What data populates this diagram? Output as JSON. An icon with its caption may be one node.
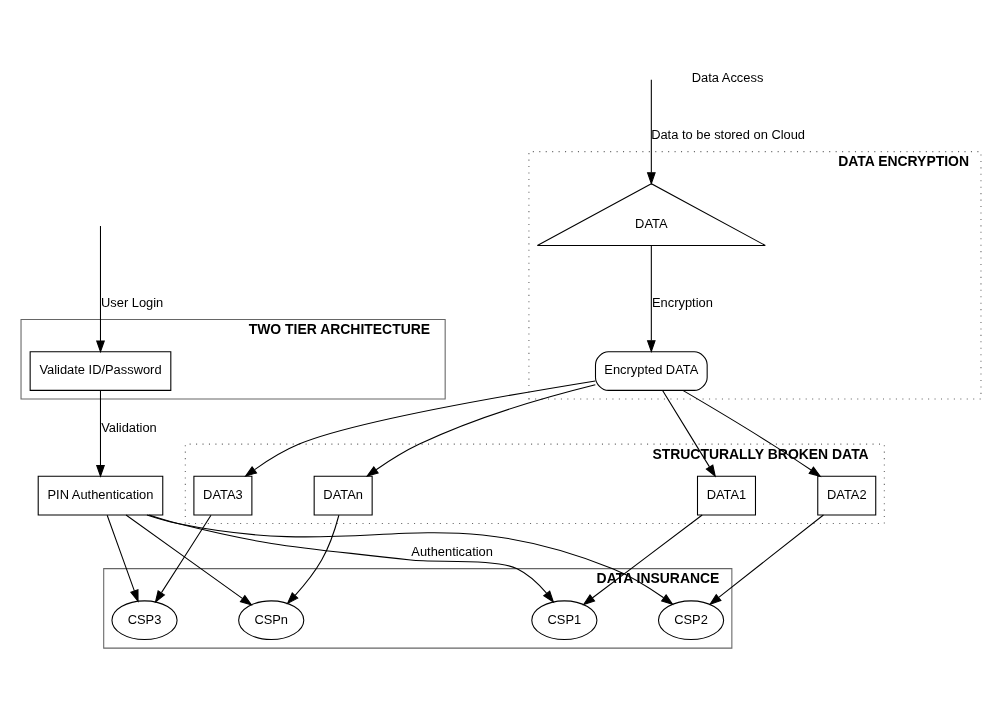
{
  "diagram": {
    "nodes": [
      {
        "text": [
          "DATA ENCRYPTION"
        ]
      },
      {
        "text": [
          "DATA"
        ],
        "in": 0
      },
      {
        "text": [
          "Encrypted DATA"
        ],
        "in": 0
      },
      {
        "text": [
          "STRUCTURALLY BROKEN DATA"
        ]
      },
      {
        "text": [
          "DATA1"
        ],
        "in": 3
      },
      {
        "text": [
          "DATA2"
        ],
        "in": 3
      },
      {
        "text": [
          "DATA3"
        ],
        "in": 3
      },
      {
        "text": [
          "DATAn"
        ],
        "in": 3
      },
      {
        "text": [
          "DATA INSURANCE"
        ]
      },
      {
        "text": [
          "CSP1"
        ],
        "in": 8
      },
      {
        "text": [
          "CSP2"
        ],
        "in": 8
      },
      {
        "text": [
          "CSP3"
        ],
        "in": 8
      },
      {
        "text": [
          "CSPn"
        ],
        "in": 8
      },
      {
        "text": [
          "TWO TIER ARCHITECTURE"
        ]
      },
      {
        "text": [
          "PIN Authentication"
        ]
      },
      {
        "text": [
          "Validate ID/Password"
        ],
        "in": 13
      }
    ],
    "edges": [
      {
        "from": null,
        "to": 1,
        "arrow": "to",
        "label": "Data to be stored on Cloud"
      },
      {
        "from": 1,
        "to": 2,
        "arrow": "to",
        "label": "Encryption"
      },
      {
        "from": 2,
        "to": 4,
        "arrow": "to"
      },
      {
        "from": 2,
        "to": 5,
        "arrow": "to"
      },
      {
        "from": 2,
        "to": 6,
        "arrow": "to"
      },
      {
        "from": 2,
        "to": 7,
        "arrow": "to"
      },
      {
        "from": 4,
        "to": 9,
        "arrow": "to"
      },
      {
        "from": 5,
        "to": 10,
        "arrow": "to"
      },
      {
        "from": 6,
        "to": 11,
        "arrow": "to"
      },
      {
        "from": 7,
        "to": 12,
        "arrow": "to"
      },
      {
        "from": 14,
        "to": 9,
        "arrow": "to",
        "label": "Authentication"
      },
      {
        "from": 14,
        "to": 10,
        "arrow": "to"
      },
      {
        "from": 14,
        "to": 11,
        "arrow": "to"
      },
      {
        "from": 14,
        "to": 12,
        "arrow": "to"
      },
      {
        "from": 15,
        "to": 14,
        "arrow": "to",
        "label": "Validation"
      },
      {
        "from": null,
        "to": 15,
        "arrow": "to",
        "label": "User Login"
      }
    ],
    "labels": [
      "Data Access"
    ]
  }
}
